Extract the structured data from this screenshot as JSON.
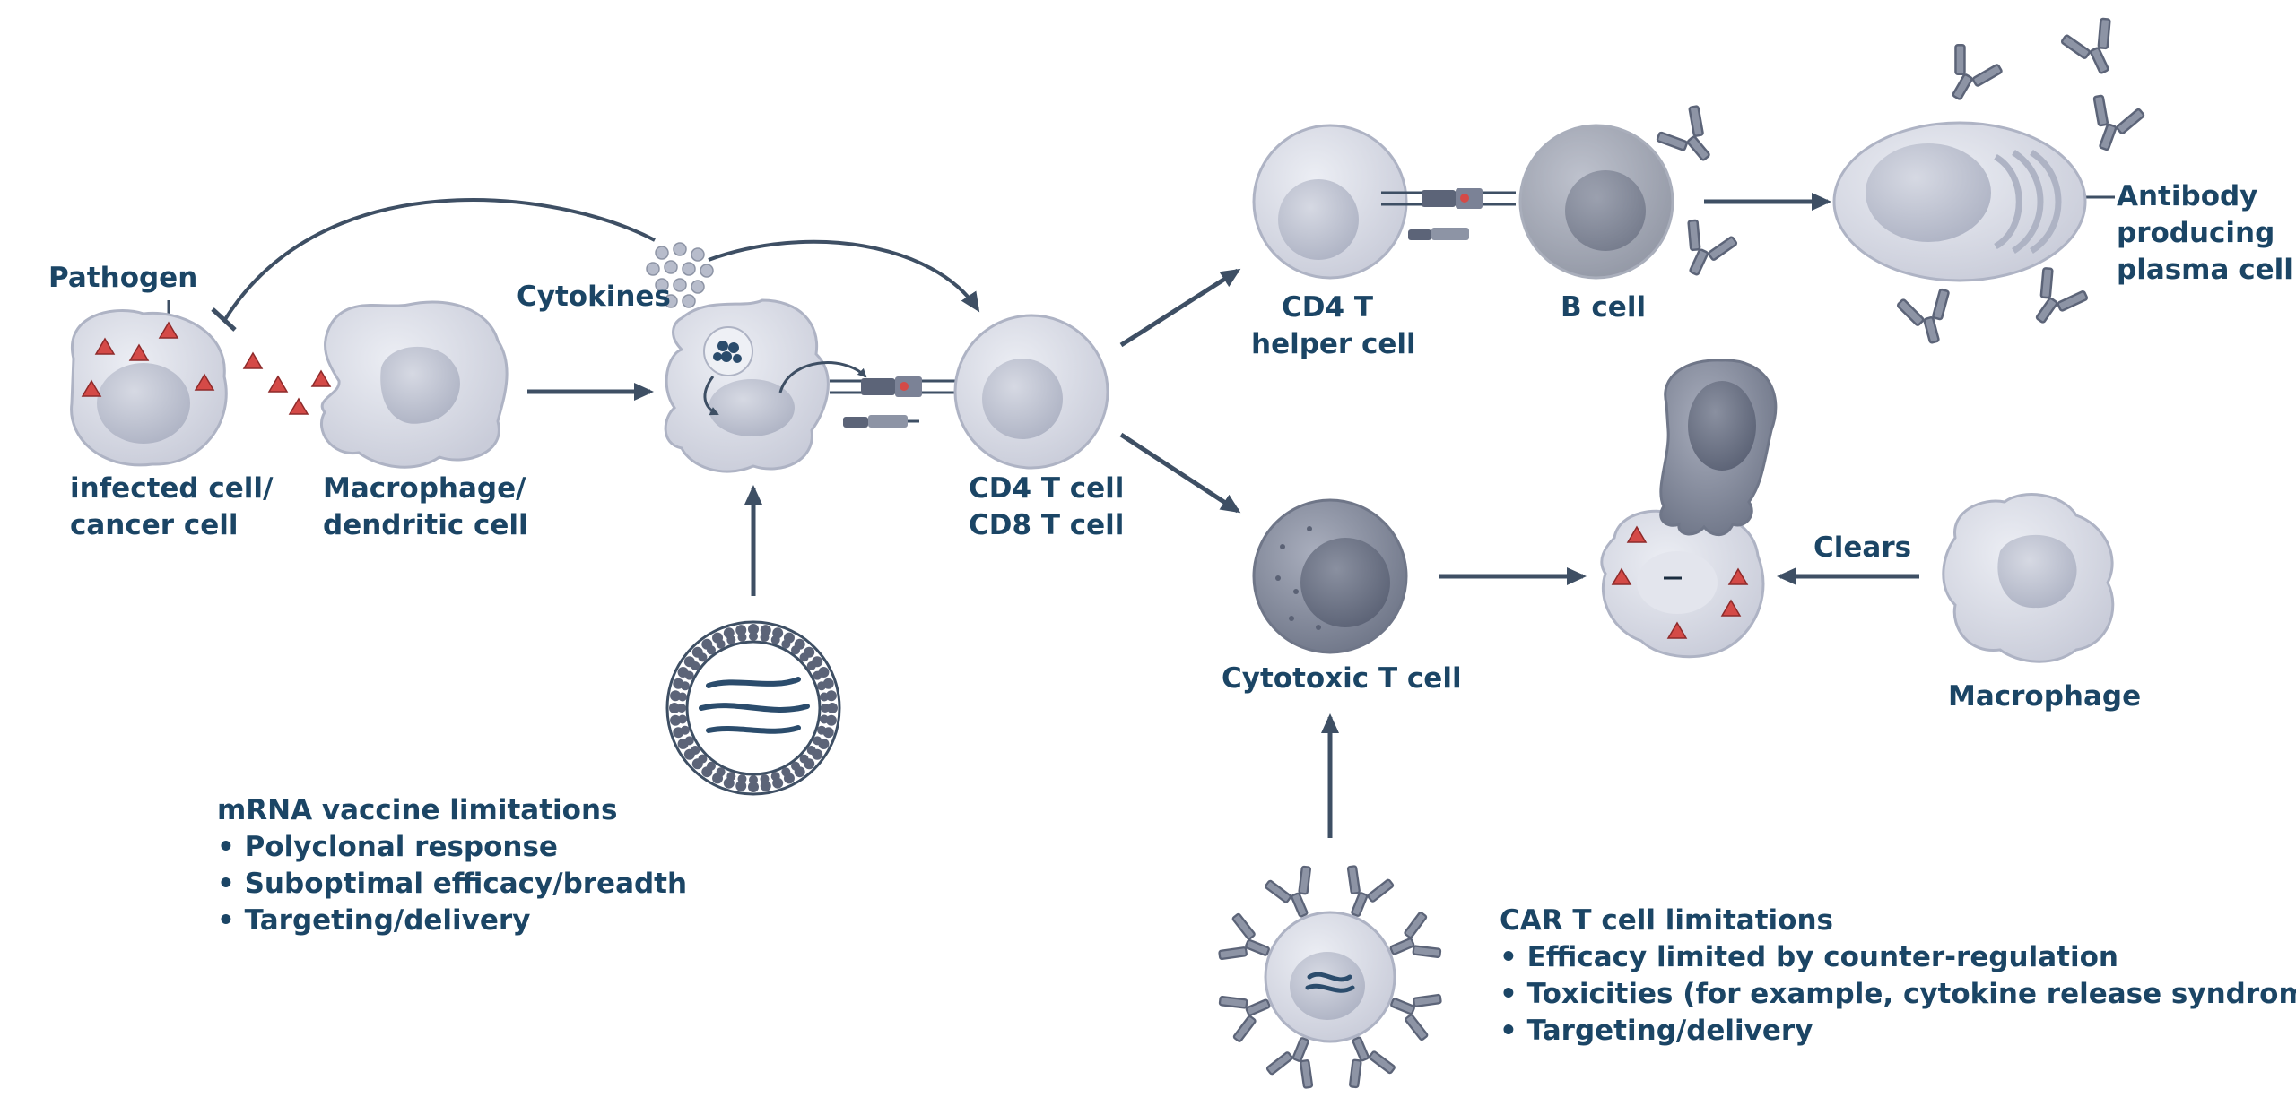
{
  "colors": {
    "text": "#1b4565",
    "arrow": "#3e4f64",
    "cell_fill": "#dcdee8",
    "cell_outline": "#aeb3c4",
    "nucleus": "#c3c7d5",
    "dark_cell": "#8d94a5",
    "antigen": "#d44a47",
    "mhc": "#5c6478"
  },
  "labels": {
    "pathogen": "Pathogen",
    "cytokines": "Cytokines",
    "infected_cell": [
      "infected cell/",
      "cancer cell"
    ],
    "macrophage_dendritic": [
      "Macrophage/",
      "dendritic cell"
    ],
    "cd_t_cells": [
      "CD4 T cell",
      "CD8 T cell"
    ],
    "cd4_helper": [
      "CD4 T",
      "helper cell"
    ],
    "b_cell": "B cell",
    "plasma_cell": [
      "Antibody",
      "producing",
      "plasma cell"
    ],
    "cytotoxic_t_cell": "Cytotoxic T cell",
    "clears": "Clears",
    "macrophage": "Macrophage"
  },
  "mrna_limitations": {
    "title": "mRNA vaccine limitations",
    "items": [
      "• Polyclonal response",
      "• Suboptimal efficacy/breadth",
      "• Targeting/delivery"
    ]
  },
  "car_t_limitations": {
    "title": "CAR T cell limitations",
    "items": [
      "• Efficacy limited by counter-regulation",
      "• Toxicities (for example, cytokine release syndrome)",
      "• Targeting/delivery"
    ]
  }
}
